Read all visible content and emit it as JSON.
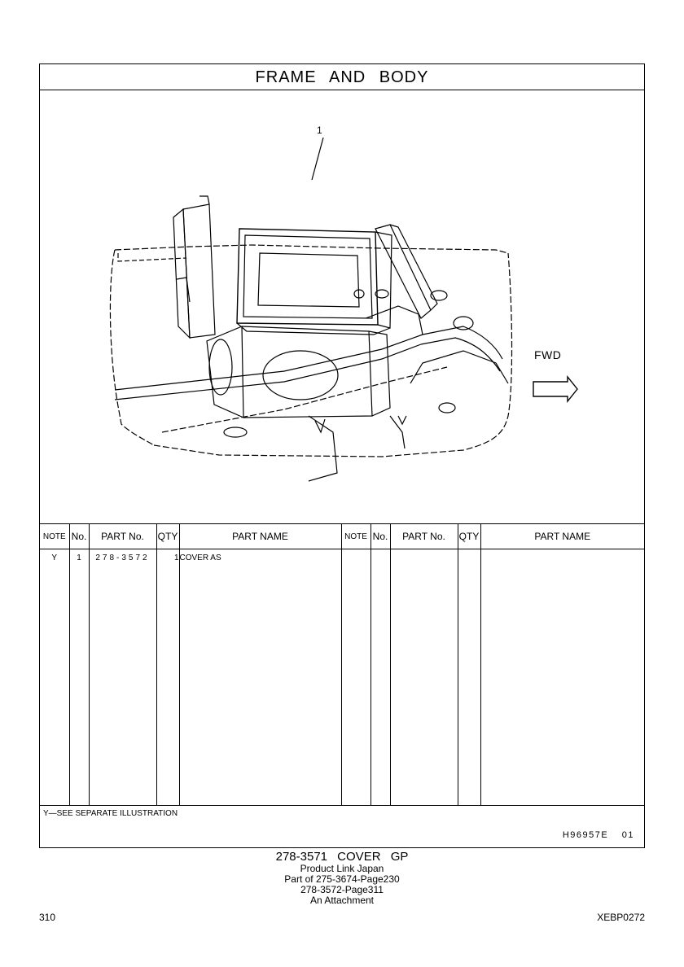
{
  "header": {
    "title": "FRAME AND BODY"
  },
  "illustration": {
    "callout": "1",
    "fwd_label": "FWD"
  },
  "table": {
    "columns": [
      "NOTE",
      "No.",
      "PART No.",
      "QTY",
      "PART NAME",
      "NOTE",
      "No.",
      "PART No.",
      "QTY",
      "PART NAME"
    ],
    "rows": [
      {
        "note": "Y",
        "no": "1",
        "part_no": "278-3572",
        "qty": "1",
        "name": "COVER AS"
      }
    ]
  },
  "notes": {
    "legend": "Y—SEE SEPARATE ILLUSTRATION",
    "drawing_id": "H96957E 01"
  },
  "footer": {
    "title": "278-3571 COVER GP",
    "lines": [
      "Product Link Japan",
      "Part of 275-3674-Page230",
      "278-3572-Page311",
      "An Attachment"
    ]
  },
  "page": {
    "number": "310",
    "code": "XEBP0272"
  }
}
